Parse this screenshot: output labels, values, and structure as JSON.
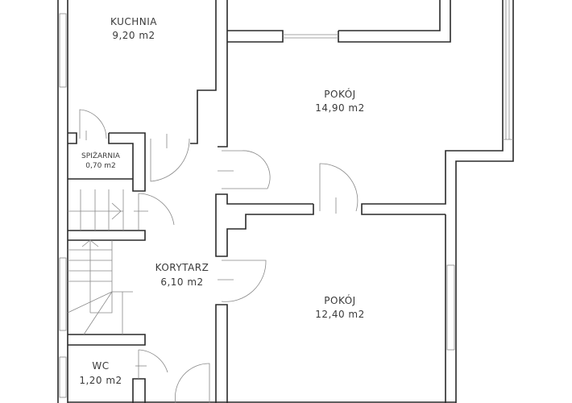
{
  "rooms": [
    {
      "name": "KUCHNIA",
      "area": "9,20 m2"
    },
    {
      "name": "POKÓJ",
      "area": "14,90 m2"
    },
    {
      "name": "SPIŻARNIA",
      "area": "0,70 m2"
    },
    {
      "name": "KORYTARZ",
      "area": "6,10 m2"
    },
    {
      "name": "POKÓJ",
      "area": "12,40 m2"
    },
    {
      "name": "WC",
      "area": "1,20 m2"
    }
  ]
}
